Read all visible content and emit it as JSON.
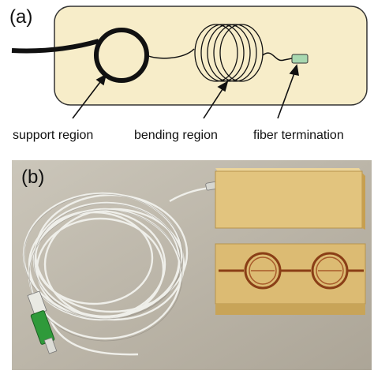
{
  "panel_a": {
    "label": "(a)",
    "annotations": {
      "support": "support region",
      "bending": "bending region",
      "termination": "fiber termination"
    }
  },
  "panel_b": {
    "label": "(b)"
  },
  "colors": {
    "box_fill": "#f7edc9",
    "box_stroke": "#333333",
    "fiber": "#111111",
    "termination_fill": "#a8d8b0",
    "photo_background": "#bdb7a9",
    "block_top": "#e2c47e",
    "block_front": "#d4ad5d",
    "groove": "#8a3e16",
    "cable": "#eeeeea",
    "connector": "#2f9a3a"
  }
}
